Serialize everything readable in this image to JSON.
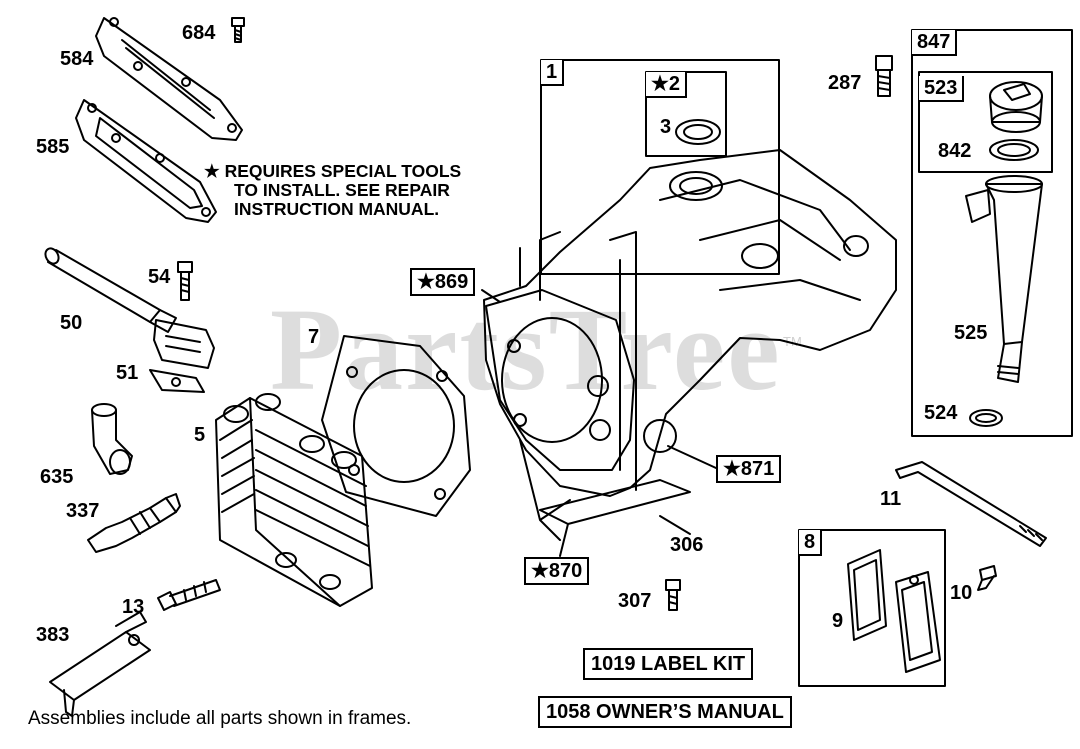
{
  "watermark": {
    "text": "PartsTree",
    "tm": "TM"
  },
  "note": {
    "star": "★",
    "line1": "REQUIRES SPECIAL TOOLS",
    "line2": "TO INSTALL.  SEE REPAIR",
    "line3": "INSTRUCTION MANUAL."
  },
  "parts": {
    "p584": "584",
    "p684": "684",
    "p585": "585",
    "p54": "54",
    "p50": "50",
    "p51": "51",
    "p7": "7",
    "p5": "5",
    "p635": "635",
    "p337": "337",
    "p13": "13",
    "p383": "383",
    "p1": "1",
    "p2": "★2",
    "p3": "3",
    "p869": "★869",
    "p871": "★871",
    "p870": "★870",
    "p306": "306",
    "p307": "307",
    "p287": "287",
    "p847": "847",
    "p523": "523",
    "p842": "842",
    "p525": "525",
    "p524": "524",
    "p11": "11",
    "p8": "8",
    "p9": "9",
    "p10": "10"
  },
  "kits": {
    "label_kit": "1019 LABEL KIT",
    "owners_manual": "1058 OWNER’S MANUAL"
  },
  "footer": "Assemblies include all parts shown in frames."
}
